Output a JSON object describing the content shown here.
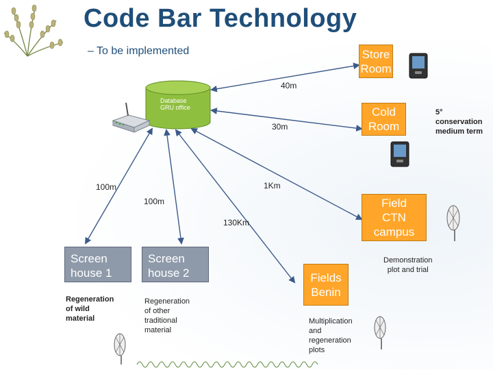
{
  "title": "Code Bar Technology",
  "subtitle": "– To be implemented",
  "database": {
    "line1": "Database",
    "line2": "GRU office"
  },
  "nodes": {
    "store_room": {
      "line1": "Store",
      "line2": "Room"
    },
    "cold_room": {
      "line1": "Cold",
      "line2": "Room"
    },
    "field_ctn": {
      "line1": "Field",
      "line2": "CTN",
      "line3": "campus"
    },
    "fields_benin": {
      "line1": "Fields",
      "line2": "Benin"
    },
    "screen_house_1": {
      "line1": "Screen",
      "line2": "house 1"
    },
    "screen_house_2": {
      "line1": "Screen",
      "line2": "house 2"
    }
  },
  "distances": {
    "store": "40m",
    "cold": "30m",
    "screen1": "100m",
    "screen2": "100m",
    "field": "1Km",
    "benin": "130Km"
  },
  "notes": {
    "cold_room": {
      "line1": "5°",
      "line2": "conservation",
      "line3": "medium term"
    },
    "field_ctn": {
      "line1": "Demonstration",
      "line2": "plot and trial"
    },
    "fields_benin": {
      "line1": "Multiplication",
      "line2": "and",
      "line3": "regeneration",
      "line4": "plots"
    },
    "screen_house_1": {
      "line1": "Regeneration",
      "line2": "of wild",
      "line3": "material"
    },
    "screen_house_2": {
      "line1": "Regeneration",
      "line2": "of other",
      "line3": "traditional",
      "line4": "material"
    }
  },
  "colors": {
    "title": "#1f4e79",
    "orange_box": "#ffa62a",
    "grey_box": "#8e9aaa",
    "arrow": "#3c5a8a",
    "cylinder": "#8fbf3f"
  },
  "icons": [
    "rice-plant-icon",
    "router-icon",
    "pda-icon",
    "satellite-dish-icon",
    "spiral-border-icon"
  ]
}
